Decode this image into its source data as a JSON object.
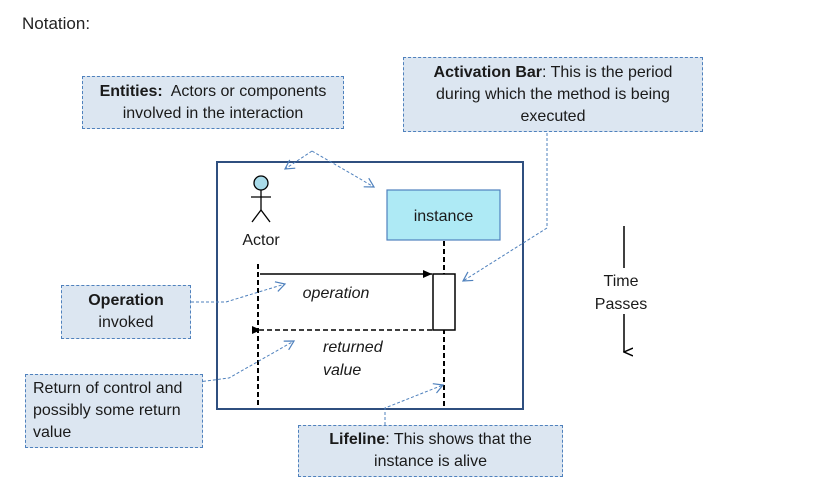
{
  "heading": "Notation:",
  "callouts": {
    "entities": {
      "term": "Entities:",
      "text": "  Actors or components involved in the interaction"
    },
    "activation": {
      "term": "Activation Bar",
      "text": ": This is the period during which the method is being executed"
    },
    "operation": {
      "term": "Operation",
      "text": "invoked"
    },
    "return_control": {
      "text": "Return of control and possibly some return value"
    },
    "lifeline": {
      "term": "Lifeline",
      "text": ": This shows that the instance is alive"
    }
  },
  "diagram": {
    "actor_label": "Actor",
    "instance_label": "instance",
    "operation_label": "operation",
    "returned_label_1": "returned",
    "returned_label_2": "value",
    "time_label_1": "Time",
    "time_label_2": "Passes"
  },
  "colors": {
    "callout_fill": "#dce6f1",
    "callout_border": "#4f81bd",
    "frame_border": "#2f4f7f",
    "instance_fill": "#aeeaf5",
    "actor_head_fill": "#a9dbe9"
  }
}
